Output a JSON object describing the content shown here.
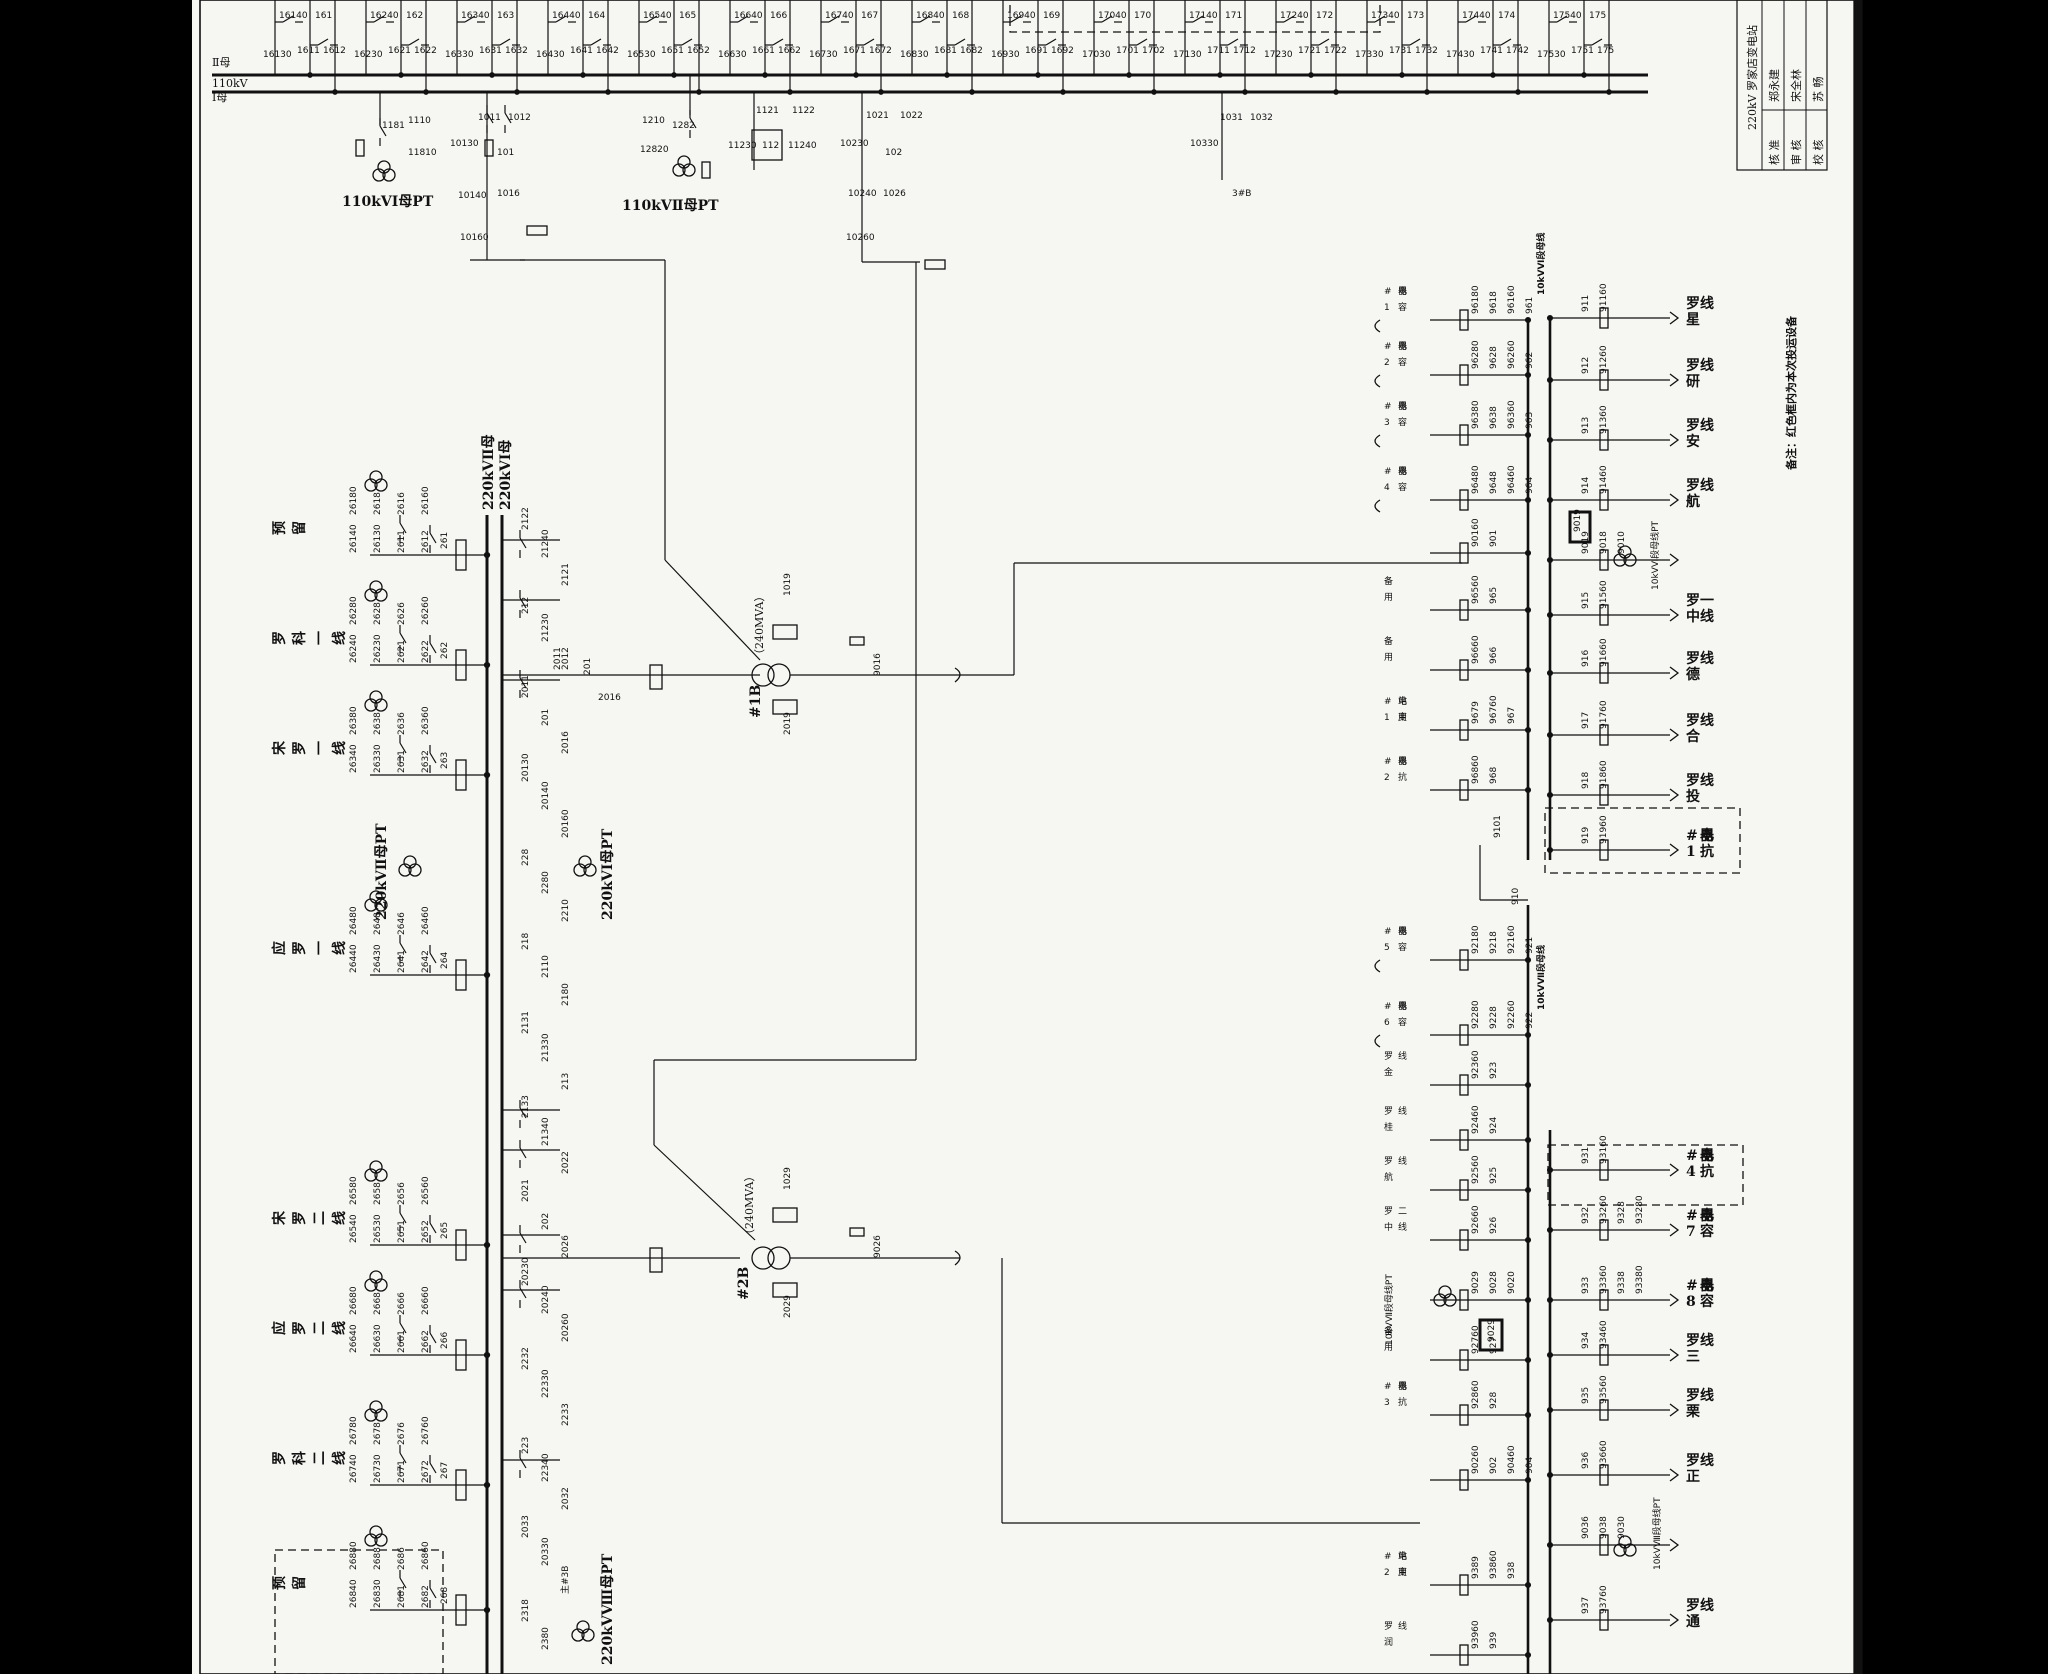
{
  "title_block": {
    "station": "220kV 罗家店变电站",
    "rows": [
      {
        "role": "核 准",
        "name": "郑永建"
      },
      {
        "role": "审 核",
        "name": "宋全林"
      },
      {
        "role": "校 核",
        "name": "苏 畅"
      }
    ]
  },
  "note": "备注：红色框内为本次投运设备",
  "bus_110kv": {
    "label_top": "Ⅱ母",
    "label_mid": "110kV",
    "label_bot": "Ⅰ母",
    "pt1": "110kVⅠ母PT",
    "pt2": "110kVⅡ母PT",
    "upper_codes": [
      "16140",
      "161",
      "16240",
      "162",
      "16340",
      "163",
      "16440",
      "164",
      "16540",
      "165",
      "16640",
      "166",
      "16740",
      "167",
      "16840",
      "168",
      "16940",
      "169",
      "17040",
      "170",
      "17140",
      "171",
      "17240",
      "172",
      "17340",
      "173",
      "17440",
      "174",
      "17540",
      "175"
    ],
    "lower_codes": [
      "16130",
      "1611",
      "1612",
      "16230",
      "1621",
      "1622",
      "16330",
      "1631",
      "1632",
      "16430",
      "1641",
      "1642",
      "16530",
      "1651",
      "1652",
      "16630",
      "1661",
      "1662",
      "16730",
      "1671",
      "1672",
      "16830",
      "1681",
      "1682",
      "16930",
      "1691",
      "1692",
      "17030",
      "1701",
      "1702",
      "17130",
      "1711",
      "1712",
      "17230",
      "1721",
      "1722",
      "17330",
      "1731",
      "1732",
      "17430",
      "1741",
      "1742",
      "17530",
      "1751",
      "175"
    ],
    "pt1_codes": [
      "1110",
      "1181",
      "11810"
    ],
    "pt2_codes": [
      "1210",
      "1282",
      "12820"
    ],
    "b1_codes": [
      "1011",
      "1012",
      "10130",
      "101",
      "10140",
      "1016",
      "10160"
    ],
    "b2_codes": [
      "1021",
      "1022",
      "10230",
      "102",
      "10240",
      "1026",
      "10260"
    ],
    "b3_codes": [
      "1031",
      "1032",
      "10330",
      "3#B"
    ],
    "bc_codes": [
      "1121",
      "1122",
      "11230",
      "112",
      "11240"
    ]
  },
  "bus_220kv": {
    "label_2": "220kVⅡ母",
    "label_1": "220kVⅠ母",
    "pt_2": "220kVⅡ母PT",
    "pt_1": "220kVⅠ母PT",
    "pt_8": "220kVⅧ母PT",
    "feeders": [
      {
        "name": "预留",
        "bay": "261",
        "codes": [
          "26180",
          "2618",
          "2616",
          "26160",
          "26140",
          "26130",
          "2611",
          "2612"
        ]
      },
      {
        "name": "罗科一线",
        "bay": "262",
        "codes": [
          "26280",
          "2628",
          "2626",
          "26260",
          "26240",
          "26230",
          "2621",
          "2622"
        ]
      },
      {
        "name": "宋罗一线",
        "bay": "263",
        "codes": [
          "26380",
          "2638",
          "2636",
          "26360",
          "26340",
          "26330",
          "2631",
          "2632"
        ]
      },
      {
        "name": "应罗一线",
        "bay": "264",
        "codes": [
          "26480",
          "2648",
          "2646",
          "26460",
          "26440",
          "26430",
          "2641",
          "2642"
        ]
      },
      {
        "name": "宋罗二线",
        "bay": "265",
        "codes": [
          "26580",
          "2658",
          "2656",
          "26560",
          "26540",
          "26530",
          "2651",
          "2652"
        ]
      },
      {
        "name": "应罗二线",
        "bay": "266",
        "codes": [
          "26680",
          "2668",
          "2666",
          "26660",
          "26640",
          "26630",
          "2661",
          "2662"
        ]
      },
      {
        "name": "罗科二线",
        "bay": "267",
        "codes": [
          "26780",
          "2678",
          "2676",
          "26760",
          "26740",
          "26730",
          "2671",
          "2672"
        ]
      },
      {
        "name": "预留",
        "bay": "268",
        "codes": [
          "26880",
          "2688",
          "2686",
          "26860",
          "26840",
          "26830",
          "2681",
          "2682"
        ]
      }
    ],
    "right_codes": [
      "2122",
      "21240",
      "2121",
      "212",
      "21230",
      "2012",
      "2011",
      "201",
      "2016",
      "20130",
      "20140",
      "20160",
      "228",
      "2280",
      "2210",
      "218",
      "2110",
      "2180",
      "2131",
      "21330",
      "213",
      "2133",
      "21340",
      "2022",
      "2021",
      "202",
      "2026",
      "20230",
      "20240",
      "20260",
      "2232",
      "22330",
      "2233",
      "223",
      "22340",
      "2032",
      "2033",
      "20330",
      "主#3B",
      "2318",
      "2380"
    ]
  },
  "transformers": [
    {
      "name": "#1B",
      "rating": "（240MVA）",
      "codes": [
        "1019",
        "9016",
        "2019"
      ]
    },
    {
      "name": "#2B",
      "rating": "（240MVA）",
      "codes": [
        "1029",
        "9026",
        "2029"
      ]
    }
  ],
  "bus_10kv": {
    "section6": "10kVⅥ段母线",
    "section7": "10kVⅦ段母线",
    "section8_pt": "10kVⅧ段母线PT",
    "section6_pt": "10kVⅥ段母线PT",
    "section7_pt": "10kVⅦ段母线PT",
    "left6": [
      {
        "name": "#1电容器",
        "codes": [
          "96180",
          "9618",
          "96160",
          "961"
        ]
      },
      {
        "name": "#2电容器",
        "codes": [
          "96280",
          "9628",
          "96260",
          "962"
        ]
      },
      {
        "name": "#3电容器",
        "codes": [
          "96380",
          "9638",
          "96360",
          "963"
        ]
      },
      {
        "name": "#4电容器",
        "codes": [
          "96480",
          "9648",
          "96460",
          "964"
        ]
      },
      {
        "name": "",
        "codes": [
          "90160",
          "901"
        ]
      },
      {
        "name": "备用",
        "codes": [
          "96560",
          "965"
        ]
      },
      {
        "name": "备用",
        "codes": [
          "96660",
          "966"
        ]
      },
      {
        "name": "#1站用电变",
        "codes": [
          "9679",
          "96760",
          "967"
        ]
      },
      {
        "name": "#2电抗器",
        "codes": [
          "96860",
          "968"
        ]
      }
    ],
    "right6": [
      {
        "name": "罗星线",
        "codes": [
          "911",
          "91160"
        ]
      },
      {
        "name": "罗研线",
        "codes": [
          "912",
          "91260"
        ]
      },
      {
        "name": "罗安线",
        "codes": [
          "913",
          "91360"
        ]
      },
      {
        "name": "罗航线",
        "codes": [
          "914",
          "91460"
        ]
      },
      {
        "name": "",
        "codes": [
          "9019",
          "9018",
          "9010"
        ]
      },
      {
        "name": "罗中一线",
        "codes": [
          "915",
          "91560"
        ]
      },
      {
        "name": "罗德线",
        "codes": [
          "916",
          "91660"
        ]
      },
      {
        "name": "罗合线",
        "codes": [
          "917",
          "91760"
        ]
      },
      {
        "name": "罗投线",
        "codes": [
          "918",
          "91860"
        ]
      },
      {
        "name": "#1电抗器",
        "codes": [
          "919",
          "91960"
        ]
      }
    ],
    "tie": [
      "9101",
      "910"
    ],
    "left7": [
      {
        "name": "#5电容器",
        "codes": [
          "92180",
          "9218",
          "92160",
          "921"
        ]
      },
      {
        "name": "#6电容器",
        "codes": [
          "92280",
          "9228",
          "92260",
          "922"
        ]
      },
      {
        "name": "罗金线",
        "codes": [
          "92360",
          "923"
        ]
      },
      {
        "name": "罗桂线",
        "codes": [
          "92460",
          "924"
        ]
      },
      {
        "name": "罗航线",
        "codes": [
          "92560",
          "925"
        ]
      },
      {
        "name": "罗中二线",
        "codes": [
          "92660",
          "926"
        ]
      },
      {
        "name": "",
        "codes": [
          "9029",
          "9028",
          "9020"
        ]
      },
      {
        "name": "备用",
        "codes": [
          "92760",
          "927"
        ]
      },
      {
        "name": "#3电抗器",
        "codes": [
          "92860",
          "928"
        ]
      },
      {
        "name": "",
        "codes": [
          "90260",
          "902",
          "90460",
          "904"
        ]
      },
      {
        "name": "#2站用电变",
        "codes": [
          "9389",
          "93860",
          "938"
        ]
      },
      {
        "name": "罗润线",
        "codes": [
          "93960",
          "939"
        ]
      }
    ],
    "right7": [
      {
        "name": "#4电抗器",
        "codes": [
          "931",
          "93160"
        ]
      },
      {
        "name": "#7电容器",
        "codes": [
          "932",
          "93260",
          "9328",
          "93280"
        ]
      },
      {
        "name": "#8电容器",
        "codes": [
          "933",
          "93360",
          "9338",
          "93380"
        ]
      },
      {
        "name": "罗三线",
        "codes": [
          "934",
          "93460"
        ]
      },
      {
        "name": "罗栗线",
        "codes": [
          "935",
          "93560"
        ]
      },
      {
        "name": "罗正线",
        "codes": [
          "936",
          "93660"
        ]
      },
      {
        "name": "",
        "codes": [
          "9036",
          "9038",
          "9030"
        ]
      },
      {
        "name": "罗通线",
        "codes": [
          "937",
          "93760"
        ]
      }
    ]
  }
}
